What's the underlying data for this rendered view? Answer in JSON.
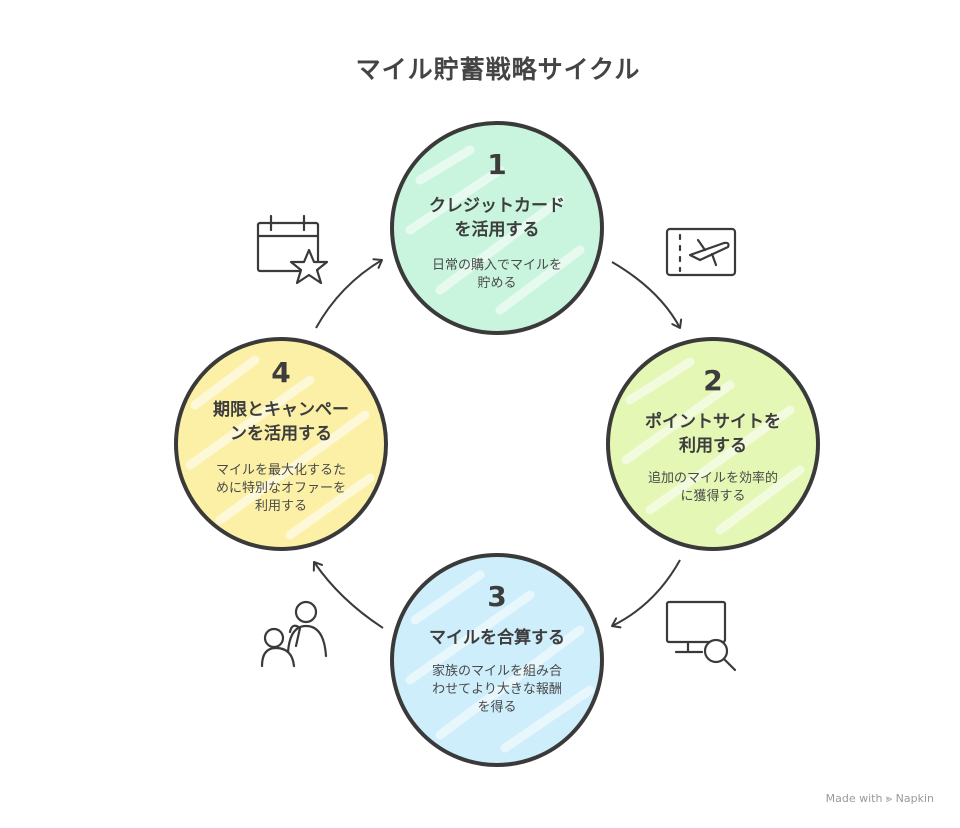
{
  "title": "マイル貯蓄戦略サイクル",
  "colors": {
    "stroke": "#3a3a3a",
    "step1": "#c9f5de",
    "step2": "#e4f7b5",
    "step3": "#cdeefa",
    "step4": "#fbf0a6"
  },
  "steps": [
    {
      "number": "1",
      "heading": [
        "クレジットカード",
        "を活用する"
      ],
      "description": [
        "日常の購入でマイルを",
        "貯める"
      ],
      "icon": "airplane-ticket-icon"
    },
    {
      "number": "2",
      "heading": [
        "ポイントサイトを",
        "利用する"
      ],
      "description": [
        "追加のマイルを効率的",
        "に獲得する"
      ],
      "icon": "monitor-search-icon"
    },
    {
      "number": "3",
      "heading": [
        "マイルを合算する"
      ],
      "description": [
        "家族のマイルを組み合",
        "わせてより大きな報酬",
        "を得る"
      ],
      "icon": "family-icon"
    },
    {
      "number": "4",
      "heading": [
        "期限とキャンペー",
        "ンを活用する"
      ],
      "description": [
        "マイルを最大化するた",
        "めに特別なオファーを",
        "利用する"
      ],
      "icon": "calendar-star-icon"
    }
  ],
  "footer": "Made with ⪢ Napkin"
}
